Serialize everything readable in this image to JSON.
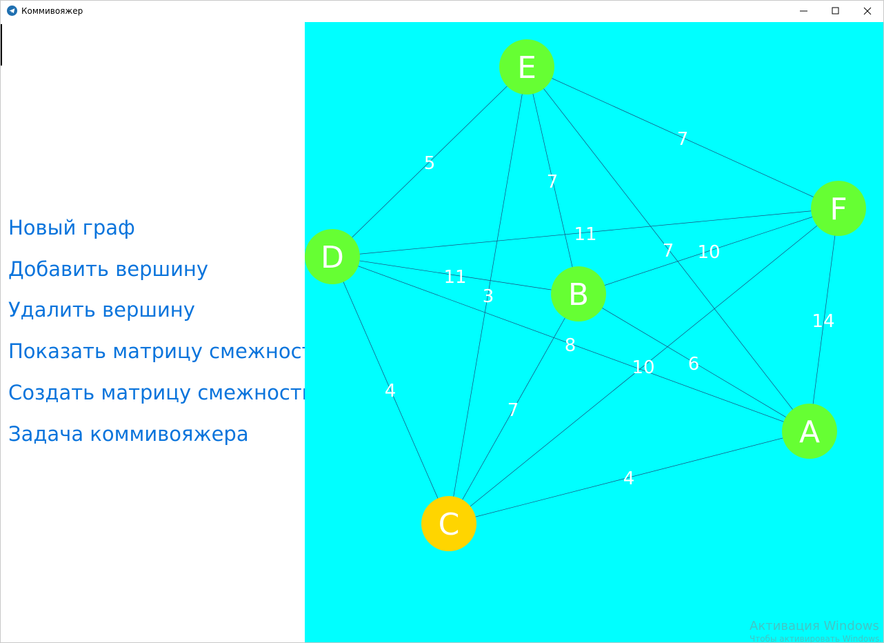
{
  "window": {
    "title": "Коммивояжер",
    "app_icon": "telegram-plane-icon",
    "controls": {
      "minimize_icon": "minimize-icon",
      "maximize_icon": "maximize-icon",
      "close_icon": "close-icon"
    }
  },
  "menu": {
    "items": [
      {
        "label": "Новый граф"
      },
      {
        "label": "Добавить вершину"
      },
      {
        "label": "Удалить вершину"
      },
      {
        "label": "Показать матрицу смежности"
      },
      {
        "label": "Создать матрицу смежности"
      },
      {
        "label": "Задача коммивояжера"
      }
    ],
    "link_color": "#0a74dc"
  },
  "graph": {
    "background_color": "#00ffff",
    "vertex_color": "#66ff33",
    "selected_vertex_color": "#ffd500",
    "edge_color": "#1a4a7a",
    "label_color": "#ffffff",
    "vertices": [
      {
        "id": "E",
        "label": "E",
        "selected": false
      },
      {
        "id": "F",
        "label": "F",
        "selected": false
      },
      {
        "id": "D",
        "label": "D",
        "selected": false
      },
      {
        "id": "B",
        "label": "B",
        "selected": false
      },
      {
        "id": "A",
        "label": "A",
        "selected": false
      },
      {
        "id": "C",
        "label": "C",
        "selected": true
      }
    ],
    "edges": [
      {
        "from": "E",
        "to": "D",
        "weight": "5"
      },
      {
        "from": "E",
        "to": "F",
        "weight": "7"
      },
      {
        "from": "E",
        "to": "B",
        "weight": "7"
      },
      {
        "from": "E",
        "to": "C",
        "weight": "3"
      },
      {
        "from": "E",
        "to": "A",
        "weight": "7"
      },
      {
        "from": "D",
        "to": "F",
        "weight": "11"
      },
      {
        "from": "D",
        "to": "B",
        "weight": "11"
      },
      {
        "from": "D",
        "to": "A",
        "weight": "8"
      },
      {
        "from": "D",
        "to": "C",
        "weight": "4"
      },
      {
        "from": "F",
        "to": "B",
        "weight": "10"
      },
      {
        "from": "F",
        "to": "A",
        "weight": "14"
      },
      {
        "from": "F",
        "to": "C",
        "weight": "10"
      },
      {
        "from": "B",
        "to": "A",
        "weight": "6"
      },
      {
        "from": "B",
        "to": "C",
        "weight": "7"
      },
      {
        "from": "C",
        "to": "A",
        "weight": "4"
      }
    ]
  },
  "watermark": {
    "title": "Активация Windows",
    "subtitle": "Чтобы активировать Windows..."
  }
}
